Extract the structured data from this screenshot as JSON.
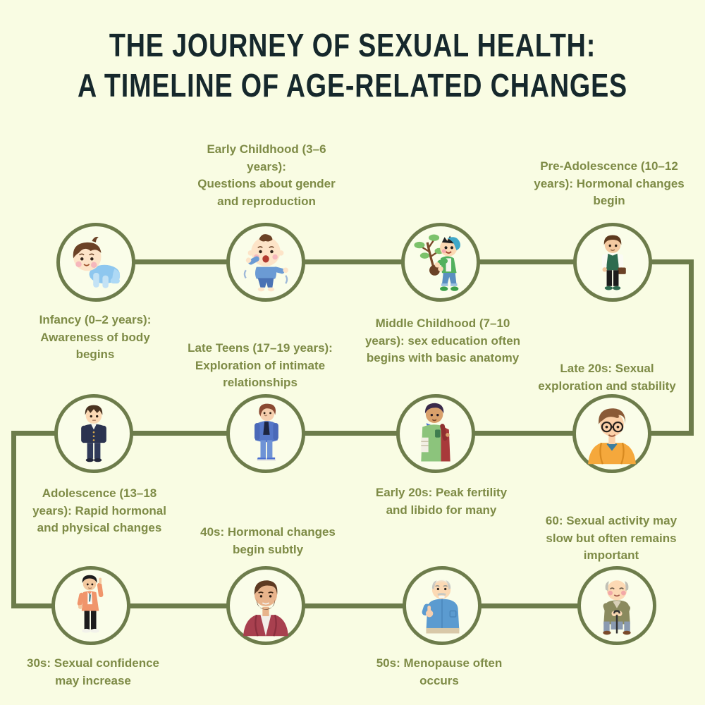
{
  "title": {
    "line1": "THE JOURNEY OF SEXUAL HEALTH:",
    "line2": "A TIMELINE OF AGE-RELATED CHANGES"
  },
  "colors": {
    "background": "#f9fce3",
    "connector": "#6d7c4b",
    "label_text": "#7e8b46",
    "title_text": "#16282c"
  },
  "timeline": {
    "nodes": [
      {
        "stage": "infancy",
        "icon": "baby-crawling-icon",
        "label_position": "below",
        "label": "Infancy (0–2 years):\nAwareness of body\nbegins"
      },
      {
        "stage": "early-childhood",
        "icon": "toddler-standing-icon",
        "label_position": "above",
        "label": "Early Childhood (3–6\nyears):\nQuestions about gender\nand reproduction"
      },
      {
        "stage": "middle-childhood",
        "icon": "boy-with-sapling-icon",
        "label_position": "below",
        "label": "Middle Childhood (7–10\nyears): sex education often\nbegins with basic anatomy"
      },
      {
        "stage": "pre-adolescence",
        "icon": "boy-with-book-icon",
        "label_position": "above",
        "label": "Pre-Adolescence (10–12\nyears): Hormonal changes\nbegin"
      },
      {
        "stage": "adolescence",
        "icon": "teen-school-uniform-icon",
        "label_position": "below",
        "label": "Adolescence (13–18\nyears): Rapid hormonal\nand physical changes"
      },
      {
        "stage": "late-teens",
        "icon": "teen-blue-jacket-icon",
        "label_position": "above",
        "label": "Late Teens (17–19 years):\nExploration of intimate\nrelationships"
      },
      {
        "stage": "early-20s",
        "icon": "student-backpack-icon",
        "label_position": "below",
        "label": "Early 20s: Peak fertility\nand libido for many"
      },
      {
        "stage": "late-20s",
        "icon": "man-glasses-hoodie-icon",
        "label_position": "above",
        "label": "Late 20s: Sexual\nexploration and stability"
      },
      {
        "stage": "30s",
        "icon": "man-cardigan-pointing-icon",
        "label_position": "below",
        "label": "30s: Sexual confidence\nmay increase"
      },
      {
        "stage": "40s",
        "icon": "man-beard-jacket-icon",
        "label_position": "above",
        "label": "40s: Hormonal changes\nbegin subtly"
      },
      {
        "stage": "50s",
        "icon": "older-man-thumbs-up-icon",
        "label_position": "below",
        "label": "50s: Menopause often\noccurs"
      },
      {
        "stage": "60s",
        "icon": "elderly-man-cane-icon",
        "label_position": "above",
        "label": "60: Sexual activity may\nslow but often remains\nimportant"
      }
    ]
  }
}
